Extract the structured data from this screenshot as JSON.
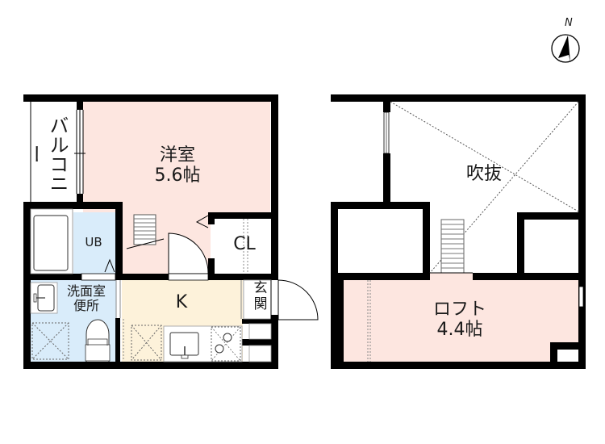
{
  "colors": {
    "wall": "#000000",
    "western_room": "#fde6e0",
    "kitchen": "#fdf2da",
    "wet_area": "#d9ecfa",
    "loft": "#fde6e0",
    "background": "#ffffff",
    "dashed_line": "#555555"
  },
  "compass": {
    "label": "N",
    "icon": "north-arrow-icon"
  },
  "floor1": {
    "balcony": {
      "label": "バルコニー"
    },
    "western_room": {
      "name": "洋室",
      "size": "5.6帖"
    },
    "unit_bath": {
      "label": "UB"
    },
    "closet": {
      "label": "CL"
    },
    "washroom": {
      "label": "洗面室\n便所"
    },
    "kitchen": {
      "label": "K"
    },
    "entrance": {
      "label": "玄関"
    }
  },
  "floor2": {
    "void": {
      "label": "吹抜"
    },
    "loft": {
      "name": "ロフト",
      "size": "4.4帖"
    }
  }
}
